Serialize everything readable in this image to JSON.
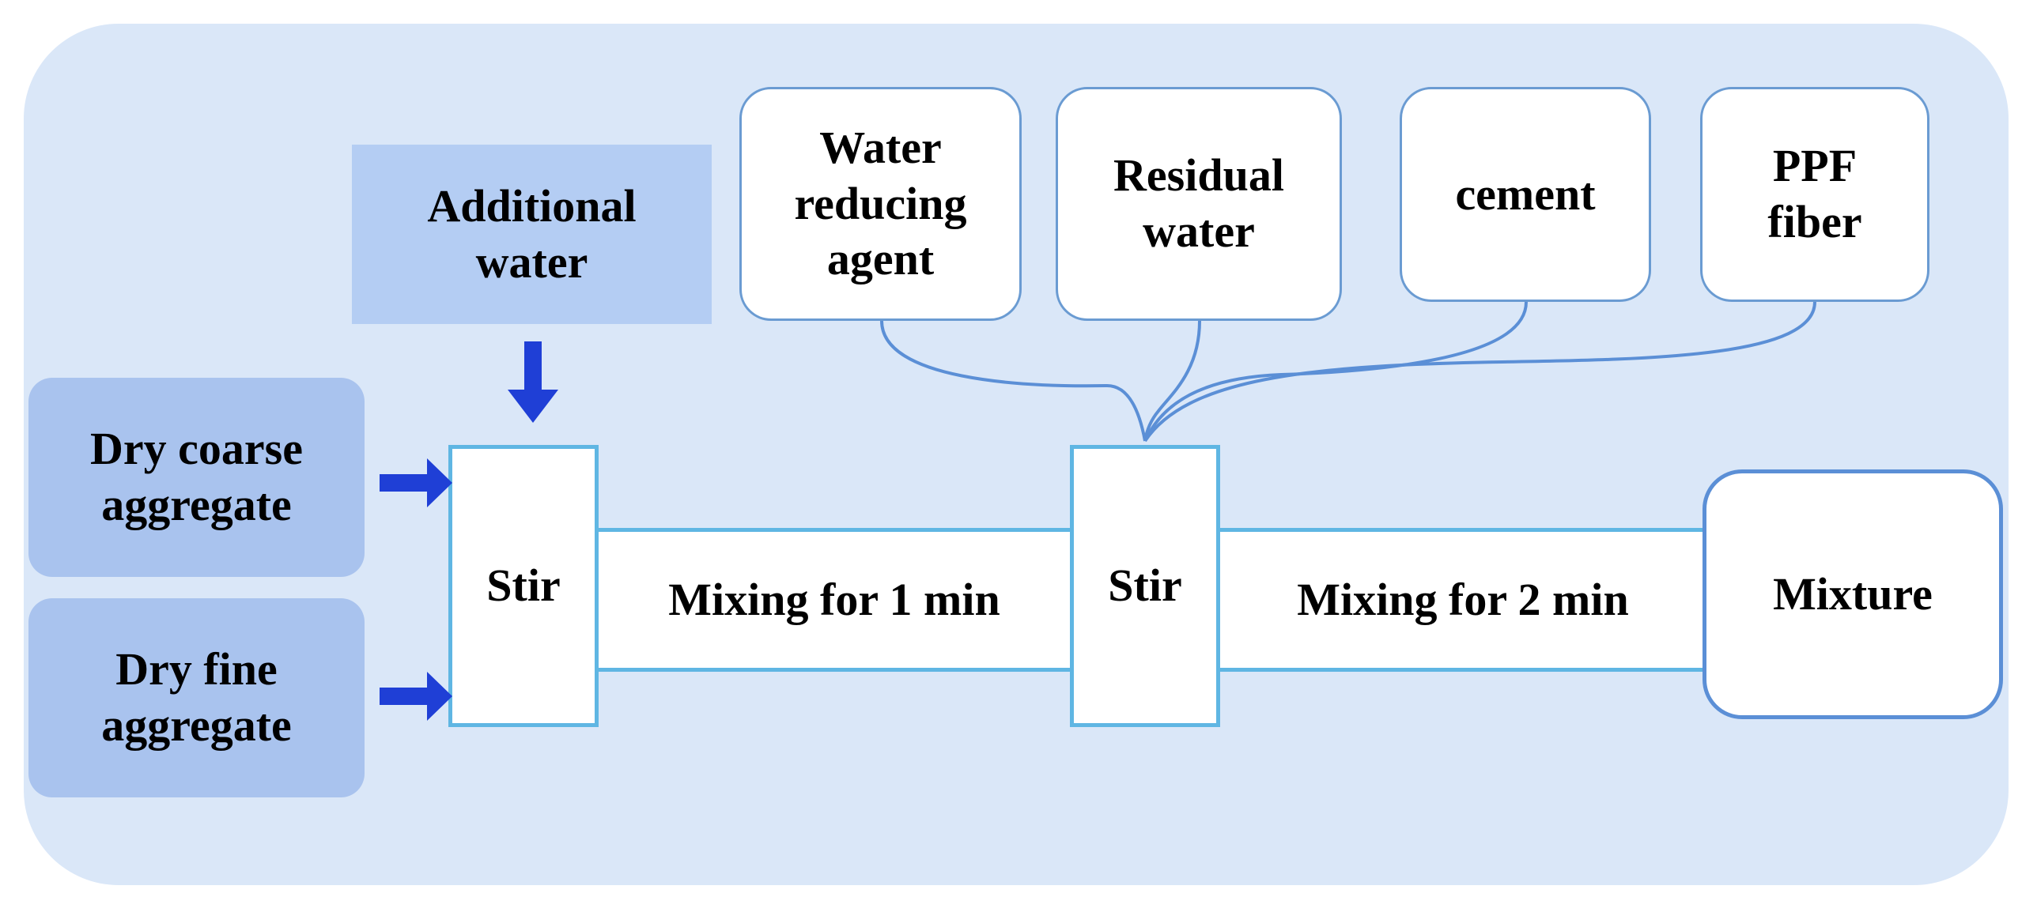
{
  "diagram": {
    "inputs": {
      "additional_water": "Additional\nwater",
      "dry_coarse": "Dry coarse\naggregate",
      "dry_fine": "Dry fine\naggregate"
    },
    "ingredients": [
      {
        "label": "Water\nreducing\nagent"
      },
      {
        "label": "Residual\nwater"
      },
      {
        "label": "cement"
      },
      {
        "label": "PPF\nfiber"
      }
    ],
    "steps": {
      "stir_1": "Stir",
      "mixing_1": "Mixing for 1 min",
      "stir_2": "Stir",
      "mixing_2": "Mixing for 2 min",
      "output": "Mixture"
    },
    "colors": {
      "panel_bg": "#dae7f8",
      "input_fill": "#a9c3ee",
      "arrow": "#1f3fd6",
      "process_border": "#5fb6e3",
      "connector": "#5b8fd6"
    }
  }
}
